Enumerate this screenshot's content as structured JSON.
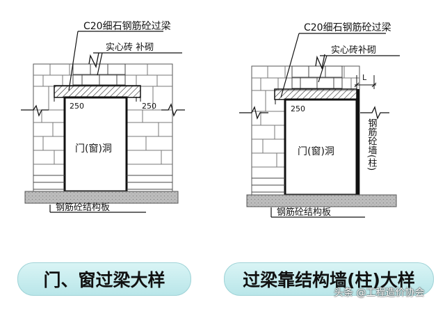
{
  "left_figure": {
    "beam_label": "C20细石钢筋砼过梁",
    "infill_label": "实心砖 补砌",
    "dim_left": "250",
    "dim_right": "250",
    "opening_label": "门(窗)洞",
    "slab_label": "钢筋砼结构板"
  },
  "right_figure": {
    "beam_label": "C20细石钢筋砼过梁",
    "infill_label": "实心砖补砌",
    "dim_label": "250",
    "dim_l": "L",
    "opening_label": "门(窗)洞",
    "wall_label": "钢筋砼墙(柱)",
    "slab_label": "钢筋砼结构板"
  },
  "captions": {
    "left": "门、窗过梁大样",
    "right": "过梁靠结构墙(柱)大样"
  },
  "watermark": "头条 @工程造价协会",
  "colors": {
    "caption_bg": "#c6ecee",
    "line": "#111111",
    "concrete": "#c8c8c8"
  }
}
